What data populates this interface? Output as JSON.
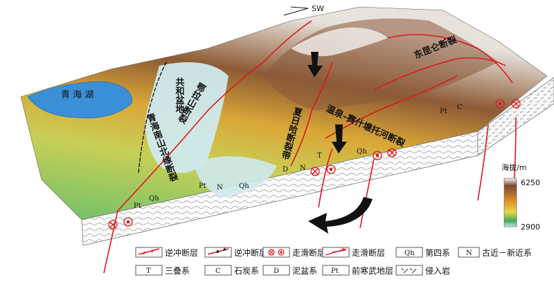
{
  "compass": "SW",
  "places": {
    "qinghai_lake": "青 海 湖",
    "gonghe_basin": "共和盆地"
  },
  "faults": {
    "qinghainanshan": "青海南山北缘断裂",
    "elashan": "鄂拉山断裂",
    "xiariha": "夏日哈断裂带",
    "kunlun_east": "东昆仑断裂",
    "wenquan": "温泉–赛什塘托河断裂"
  },
  "strata_labels": {
    "qh1": "Qh",
    "qh2": "Qh",
    "qh3": "Qh",
    "pt1": "Pt",
    "pt2": "Pt",
    "pt3": "Pt",
    "t1": "T",
    "n1": "N",
    "d1": "D",
    "c1": "C",
    "n2": "N"
  },
  "scale": {
    "title": "海拔/m",
    "max": "6250",
    "min": "2900"
  },
  "legend": {
    "row1": [
      {
        "code": "",
        "text": "逆冲断层",
        "icon": "thrust-fault-icon"
      },
      {
        "code": "",
        "text": "逆冲断层",
        "icon": "thrust-fault-teeth-icon"
      },
      {
        "code": "",
        "text": "走滑断层",
        "icon": "strike-slip-circle-icon"
      },
      {
        "code": "",
        "text": "走滑断层",
        "icon": "strike-slip-arrow-icon"
      },
      {
        "code": "Qh",
        "text": "第四系",
        "icon": "box-icon"
      },
      {
        "code": "N",
        "text": "古近－新近系",
        "icon": "box-icon"
      }
    ],
    "row2": [
      {
        "code": "T",
        "text": "三叠系",
        "icon": "box-icon"
      },
      {
        "code": "C",
        "text": "石炭系",
        "icon": "box-icon"
      },
      {
        "code": "D",
        "text": "泥盆系",
        "icon": "box-icon"
      },
      {
        "code": "Pt",
        "text": "前寒武地层",
        "icon": "box-icon"
      },
      {
        "code": "",
        "text": "侵入岩",
        "icon": "intrusive-icon"
      }
    ]
  },
  "colors": {
    "lake": "#3b8fd6",
    "basin": "#d7eef2",
    "low": "#4caf50",
    "mid": "#e0c341",
    "high": "#a05a2c",
    "peak": "#f4f4f4",
    "fault": "#e0161b"
  }
}
